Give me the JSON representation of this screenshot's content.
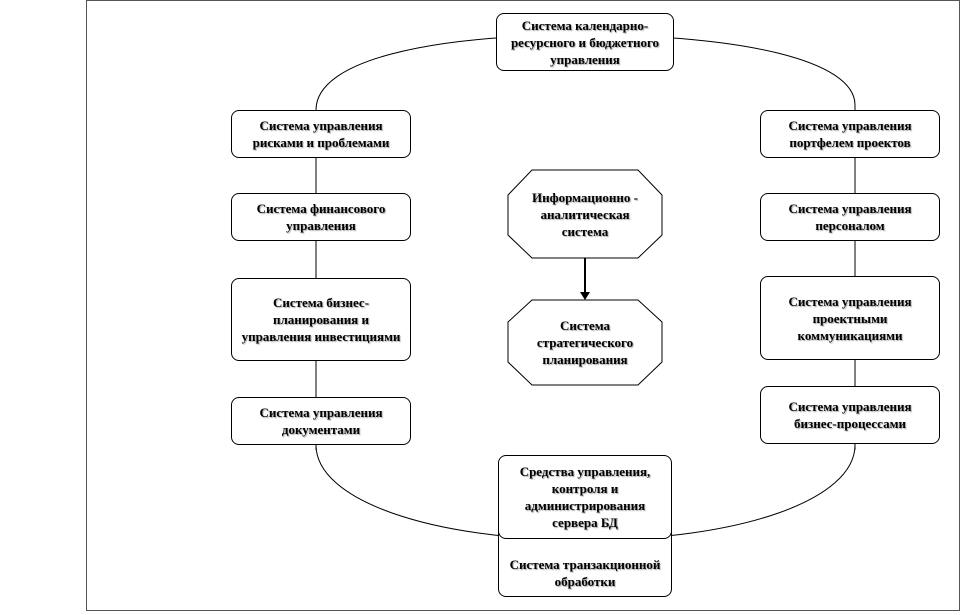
{
  "diagram": {
    "top_node": "Система календарно-ресурсного и бюджетного управления",
    "left_nodes": [
      "Система управления рисками и проблемами",
      "Система финансового управления",
      "Система бизнес-планирования и управления инвестициями",
      "Система управления документами"
    ],
    "right_nodes": [
      "Система управления портфелем проектов",
      "Система управления персоналом",
      "Система управления проектными коммуникациями",
      "Система управления бизнес-процессами"
    ],
    "center_top": "Информационно - аналитическая система",
    "center_bottom": "Система стратегического планирования",
    "bottom_node": "Средства управления, контроля и администрирования сервера БД",
    "base_node": "Система транзакционной обработки"
  }
}
